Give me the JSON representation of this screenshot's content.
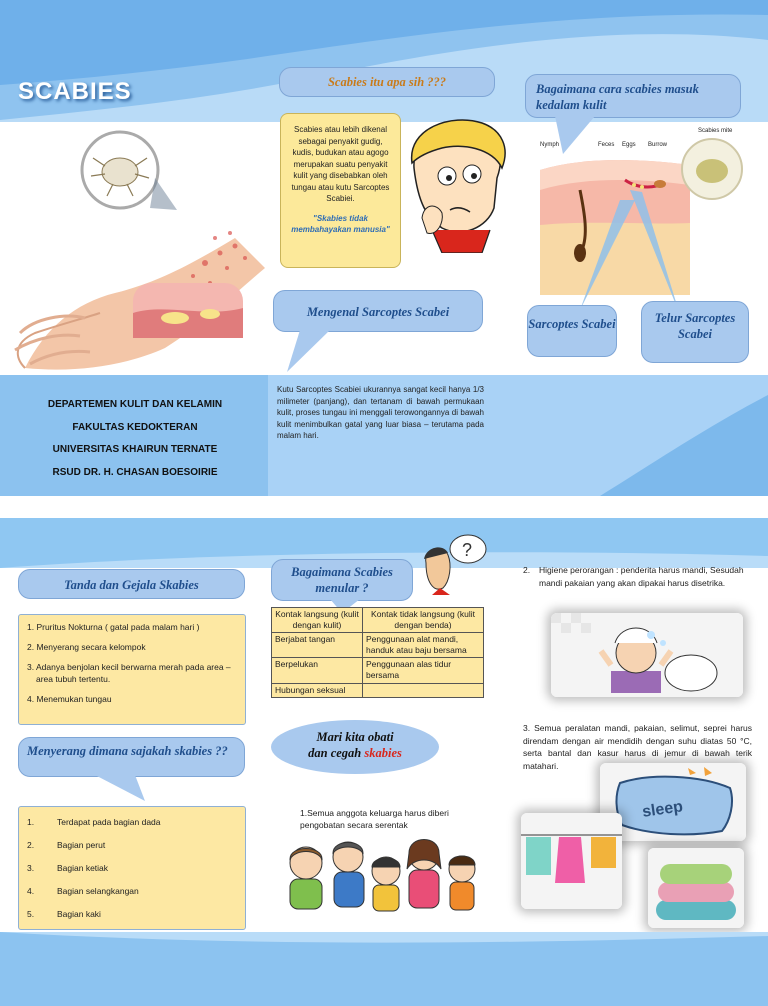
{
  "page1": {
    "title": "SCABIES",
    "q_what": "Scabies itu apa sih ???",
    "def_text": "Scabies atau lebih dikenal sebagai penyakit gudig, kudis, budukan atau agogo merupakan suatu penyakit kulit yang disebabkan oleh tungau atau kutu Sarcoptes Scabiei.",
    "def_quote": "\"Skabies tidak membahayakan manusia\"",
    "q_how_enter": "Bagaimana cara scabies masuk kedalam kulit",
    "diagram_labels": [
      "Nymph",
      "Feces",
      "Eggs",
      "Burrow",
      "Scabies mite"
    ],
    "label_sarcoptes": "Sarcoptes Scabei",
    "label_telur": "Telur Sarcoptes Scabei",
    "q_mengenal": "Mengenal Sarcoptes Scabei",
    "mengenal_text": "Kutu Sarcoptes Scabiei ukurannya sangat kecil hanya 1/3 milimeter (panjang), dan tertanam di bawah permukaan kulit, proses tungau ini menggali terowongannya di bawah kulit menimbulkan gatal yang luar biasa – terutama pada malam hari.",
    "institution": [
      "DEPARTEMEN KULIT DAN KELAMIN",
      "FAKULTAS KEDOKTERAN",
      "UNIVERSITAS KHAIRUN TERNATE",
      "RSUD DR. H. CHASAN BOESOIRIE"
    ]
  },
  "page2": {
    "q_tanda": "Tanda dan Gejala Skabies",
    "tanda": [
      "1. Pruritus Nokturna ( gatal pada malam hari )",
      "2. Menyerang secara kelompok",
      "3. Adanya benjolan kecil berwarna merah pada area – area tubuh tertentu.",
      "4. Menemukan tungau"
    ],
    "q_menyerang": "Menyerang dimana sajakah skabies ??",
    "menyerang": [
      {
        "num": "1.",
        "text": "Terdapat pada bagian dada"
      },
      {
        "num": "2.",
        "text": "Bagian perut"
      },
      {
        "num": "3.",
        "text": "Bagian ketiak"
      },
      {
        "num": "4.",
        "text": "Bagian selangkangan"
      },
      {
        "num": "5.",
        "text": "Bagian kaki"
      }
    ],
    "q_menular": "Bagaimana Scabies menular ?",
    "table": {
      "headers": [
        "Kontak langsung (kulit dengan kulit)",
        "Kontak tidak langsung (kulit dengan benda)"
      ],
      "rows": [
        [
          "Berjabat tangan",
          "Penggunaan alat mandi, handuk atau baju bersama"
        ],
        [
          "Berpelukan",
          "Penggunaan alas tidur bersama"
        ],
        [
          "Hubungan seksual",
          ""
        ]
      ]
    },
    "obati_line1": "Mari kita obati",
    "obati_line2": "dan cegah",
    "obati_word": "skabies",
    "step1": "1.Semua anggota keluarga harus  diberi pengobatan secara serentak",
    "step2_num": "2.",
    "step2": "Higiene perorangan  :  penderita harus mandi, Sesudah   mandi pakaian yang akan dipakai harus disetrika.",
    "step3": "3.   Semua peralatan mandi, pakaian, selimut, seprei harus direndam dengan air mendidih dengan suhu diatas 50 °C, serta bantal dan kasur harus di jemur di bawah terik matahari.",
    "pillow_text": "sleep"
  },
  "colors": {
    "band_light": "#a8d0f5",
    "band_dark": "#5fa8e8",
    "callout_blue": "#a9c9ee",
    "yellow": "#fde8a3",
    "title_blue": "#1f4e8c",
    "red": "#d9261c"
  }
}
